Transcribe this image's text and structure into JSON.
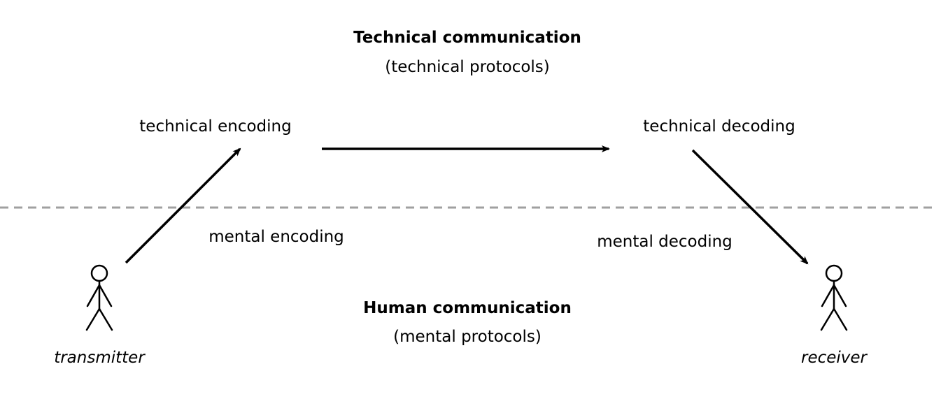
{
  "technical": {
    "title": "Technical communication",
    "subtitle": "(technical protocols)",
    "encoding": "technical encoding",
    "decoding": "technical decoding"
  },
  "human": {
    "title": "Human communication",
    "subtitle": "(mental protocols)",
    "encoding": "mental encoding",
    "decoding": "mental decoding"
  },
  "actors": {
    "transmitter": "transmitter",
    "receiver": "receiver"
  },
  "colors": {
    "arrow": "#000000",
    "divider": "#a0a0a0",
    "text": "#000000"
  }
}
